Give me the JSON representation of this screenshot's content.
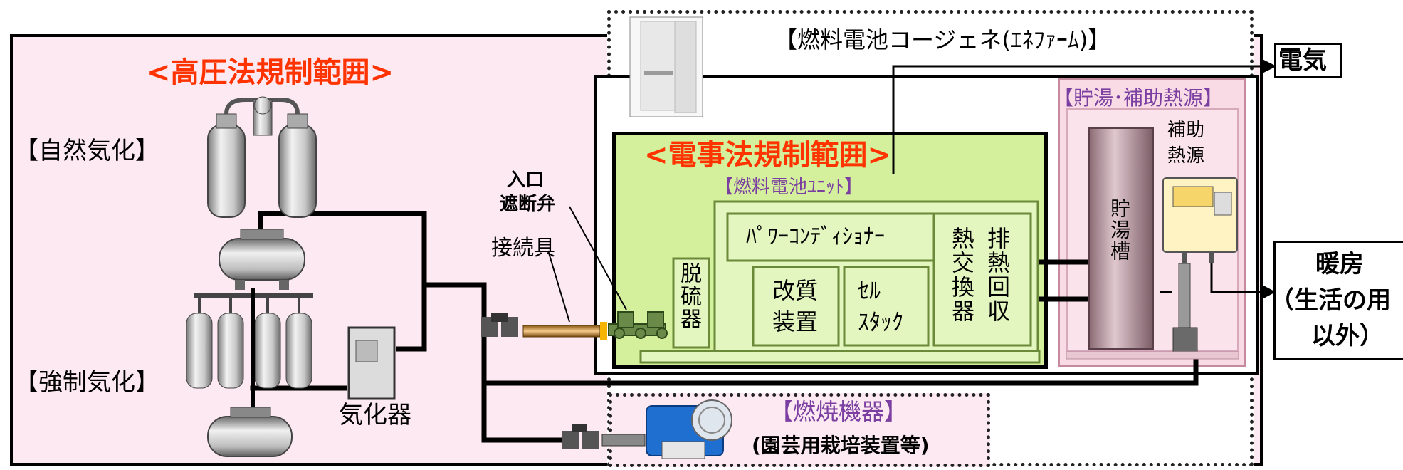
{
  "regions": {
    "high_pressure": "<高圧法規制範囲>",
    "electrical": "<電事法規制範囲>"
  },
  "labels": {
    "natural_vaporization": "【自然気化】",
    "forced_vaporization": "【強制気化】",
    "vaporizer": "気化器",
    "inlet_shutoff_valve_line1": "入口",
    "inlet_shutoff_valve_line2": "遮断弁",
    "connector": "接続具",
    "fuel_cell_cogen": "【燃料電池コージェネ(ｴﾈﾌｧｰﾑ)】",
    "fuel_cell_unit": "【燃料電池ﾕﾆｯﾄ】",
    "power_conditioner": "ﾊﾟﾜｰｺﾝﾃﾞｨｼｮﾅｰ",
    "desulfurizer": "脱硫器",
    "reformer_line1": "改質",
    "reformer_line2": "装置",
    "cell_stack_line1": "ｾﾙ",
    "cell_stack_line2": "ｽﾀｯｸ",
    "heat_exchanger": "熱交換器",
    "exhaust_heat_recovery": "排熱回収",
    "storage_aux": "【貯湯･補助熱源】",
    "storage_tank": "貯湯槽",
    "aux_heat_line1": "補助",
    "aux_heat_line2": "熱源",
    "electricity": "電気",
    "heating_line1": "暖房",
    "heating_line2": "（生活の用",
    "heating_line3": "以外）",
    "combustion": "【燃焼機器】",
    "combustion_sub": "(園芸用栽培装置等)"
  },
  "colors": {
    "region_red_text": "#ff3300",
    "purple_text": "#7a3fa0",
    "pink_fill": "#fde9f1",
    "green_fill": "#d4f09c",
    "green_inner": "#e8f7c8"
  }
}
